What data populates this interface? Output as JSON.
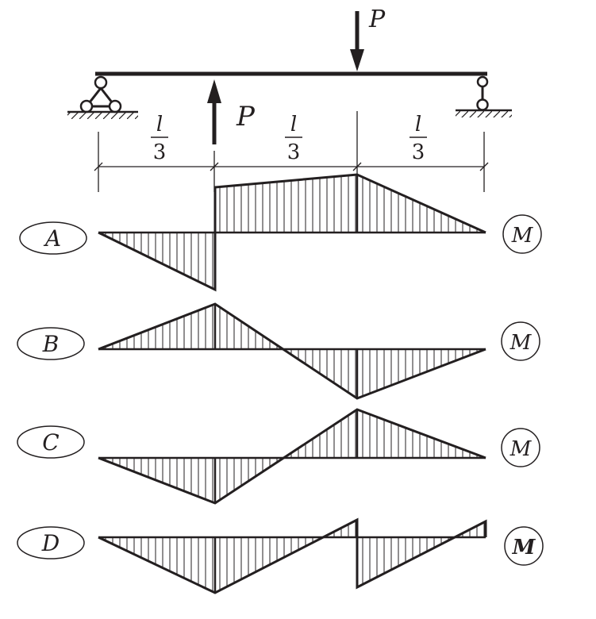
{
  "beam": {
    "load_top_label": "P",
    "load_bottom_label": "P",
    "dims": [
      {
        "num": "l",
        "den": "3"
      },
      {
        "num": "l",
        "den": "3"
      },
      {
        "num": "l",
        "den": "3"
      }
    ]
  },
  "options": [
    {
      "label": "A",
      "tag": "M"
    },
    {
      "label": "B",
      "tag": "M"
    },
    {
      "label": "C",
      "tag": "M"
    },
    {
      "label": "D",
      "tag": "M"
    }
  ],
  "colors": {
    "ink": "#231f20",
    "background": "#ffffff"
  }
}
